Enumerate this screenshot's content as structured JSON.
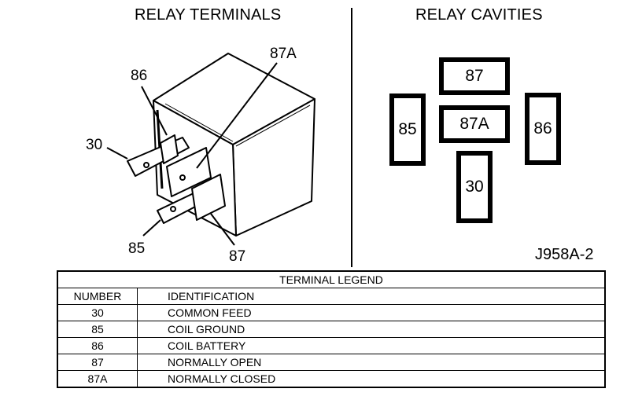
{
  "titles": {
    "left": "RELAY TERMINALS",
    "right": "RELAY CAVITIES"
  },
  "terminal_labels": {
    "t86": "86",
    "t87a": "87A",
    "t30": "30",
    "t85": "85",
    "t87": "87"
  },
  "cavities": {
    "c87": "87",
    "c87a": "87A",
    "c85": "85",
    "c86": "86",
    "c30": "30"
  },
  "figure_id": "J958A-2",
  "legend": {
    "title": "TERMINAL LEGEND",
    "header": {
      "number": "NUMBER",
      "identification": "IDENTIFICATION"
    },
    "rows": [
      {
        "number": "30",
        "identification": "COMMON FEED"
      },
      {
        "number": "85",
        "identification": "COIL GROUND"
      },
      {
        "number": "86",
        "identification": "COIL BATTERY"
      },
      {
        "number": "87",
        "identification": "NORMALLY OPEN"
      },
      {
        "number": "87A",
        "identification": "NORMALLY CLOSED"
      }
    ]
  }
}
